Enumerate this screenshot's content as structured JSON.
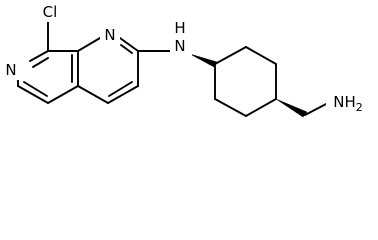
{
  "atoms": {
    "cl": "Cl",
    "n_pyridine": "N",
    "n_ring": "N",
    "n_amine": "N",
    "nh": "H",
    "nh2": "NH",
    "nh2_sub": "2"
  },
  "colors": {
    "bond": "#000000",
    "label": "#000000",
    "background": "#ffffff"
  }
}
